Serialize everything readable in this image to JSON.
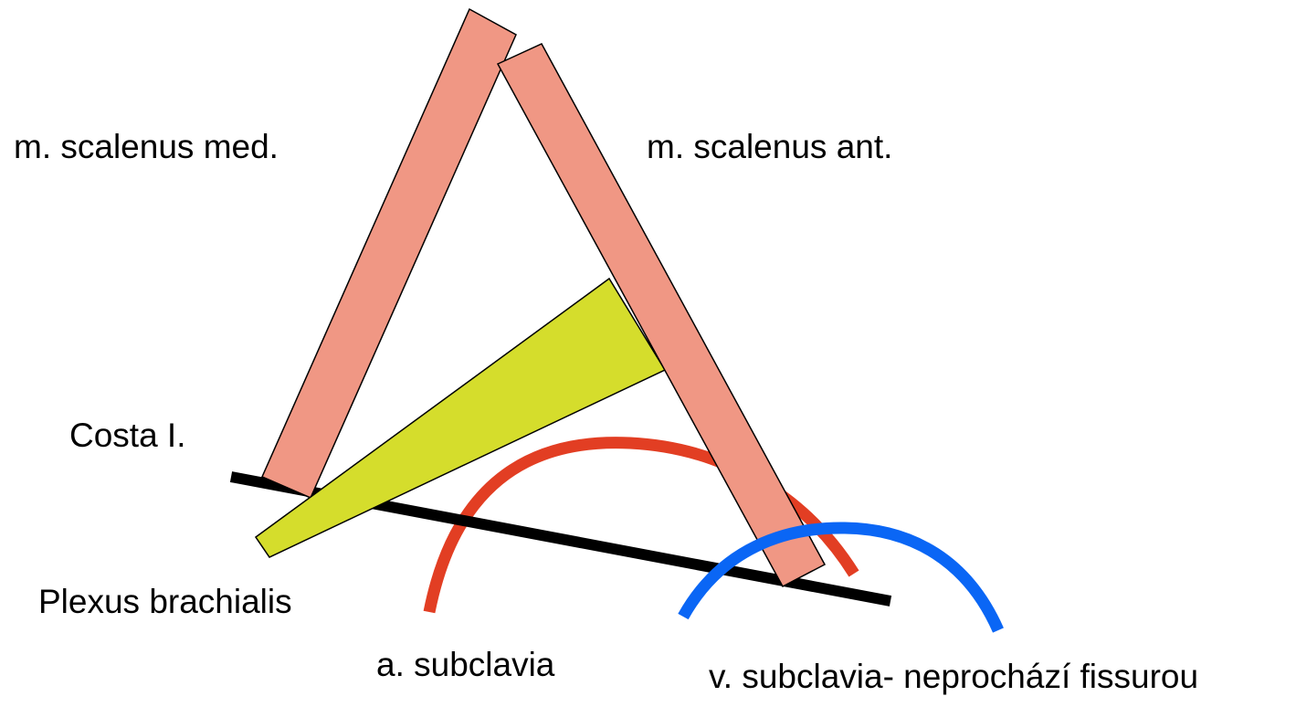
{
  "labels": {
    "scalenus_med": "m. scalenus med.",
    "scalenus_ant": "m. scalenus ant.",
    "costa": "Costa I.",
    "plexus": "Plexus brachialis",
    "artery": "a. subclavia",
    "vein": "v. subclavia- neprochází fissurou"
  },
  "colors": {
    "muscle_fill": "#F09784",
    "plexus_fill": "#D5DD2C",
    "artery_stroke": "#E23E23",
    "vein_stroke": "#0A66F5",
    "rib_stroke": "#000000",
    "outline": "#000000"
  }
}
